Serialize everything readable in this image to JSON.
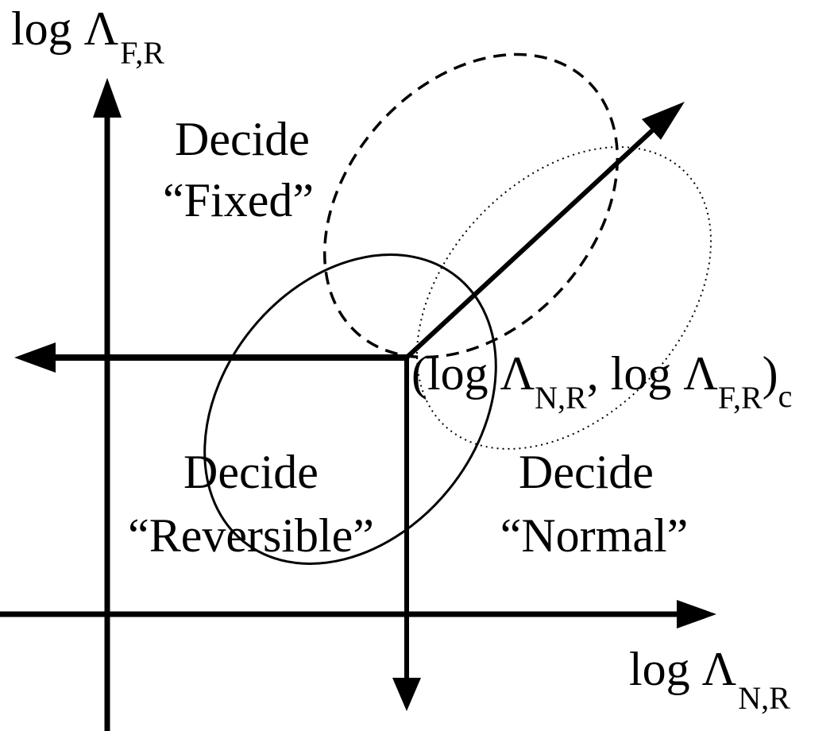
{
  "axes": {
    "y": {
      "prefix": "log Λ",
      "subscript": "F,R"
    },
    "x": {
      "prefix": "log Λ",
      "subscript": "N,R"
    }
  },
  "threshold_point": {
    "open": "(log Λ",
    "sub1": "N,R",
    "middle": ", log Λ",
    "sub2": "F,R",
    "close": ")",
    "sub3": "c"
  },
  "regions": {
    "fixed": {
      "line1": "Decide",
      "line2": "“Fixed”"
    },
    "reversible": {
      "line1": "Decide",
      "line2": "“Reversible”"
    },
    "normal": {
      "line1": "Decide",
      "line2": "“Normal”"
    }
  },
  "colors": {
    "ink": "#000000",
    "background": "#ffffff"
  }
}
